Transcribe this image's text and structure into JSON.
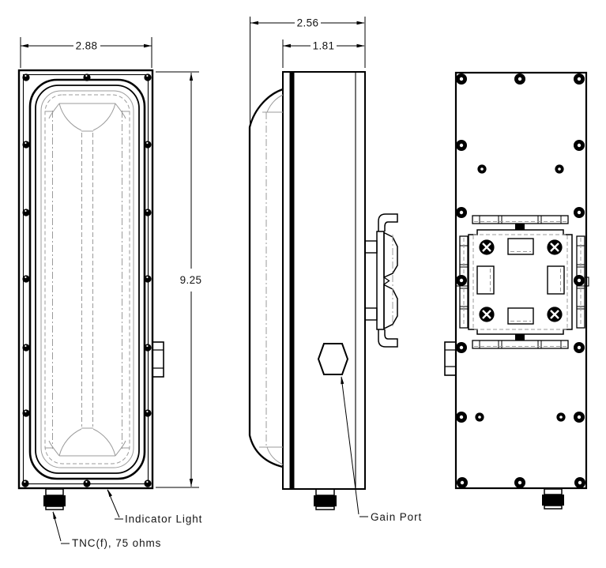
{
  "drawing": {
    "dimensions": {
      "front_width": "2.88",
      "front_height": "9.25",
      "overall_depth": "2.56",
      "body_depth": "1.81"
    },
    "callouts": {
      "indicator_light": "Indicator Light",
      "connector": "TNC(f), 75 ohms",
      "gain_port": "Gain Port"
    },
    "colors": {
      "line": "#000000",
      "hidden_detail": "#9b9b9b",
      "background": "#ffffff"
    }
  }
}
